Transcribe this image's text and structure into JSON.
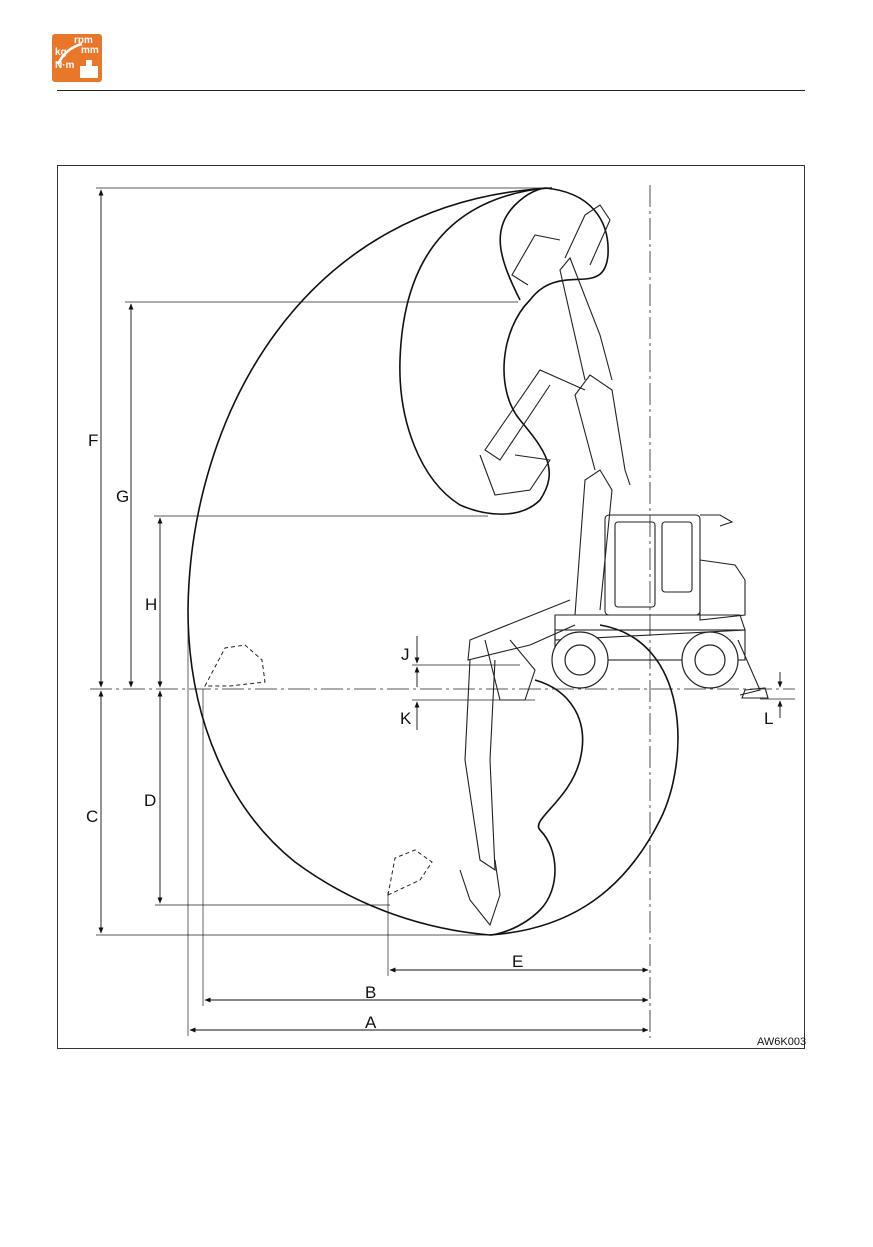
{
  "logo": {
    "rpm": "rpm",
    "mm": "mm",
    "kg": "kg",
    "nm": "N·m",
    "icon": "units-machine-icon",
    "color": "#e8772a"
  },
  "diagram": {
    "labels": {
      "A": "A",
      "B": "B",
      "C": "C",
      "D": "D",
      "E": "E",
      "F": "F",
      "G": "G",
      "H": "H",
      "J": "J",
      "K": "K",
      "L": "L"
    },
    "code": "AW6K003"
  }
}
